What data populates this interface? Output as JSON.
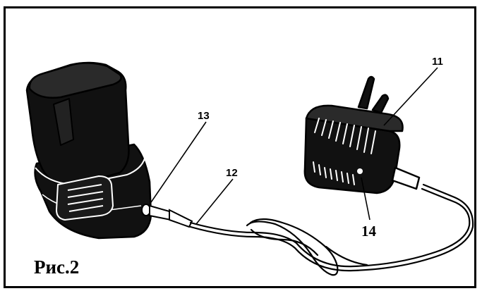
{
  "figure": {
    "caption": "Рис.2",
    "callouts": {
      "charger": "11",
      "cable": "12",
      "plug": "13",
      "indicator": "14"
    }
  }
}
